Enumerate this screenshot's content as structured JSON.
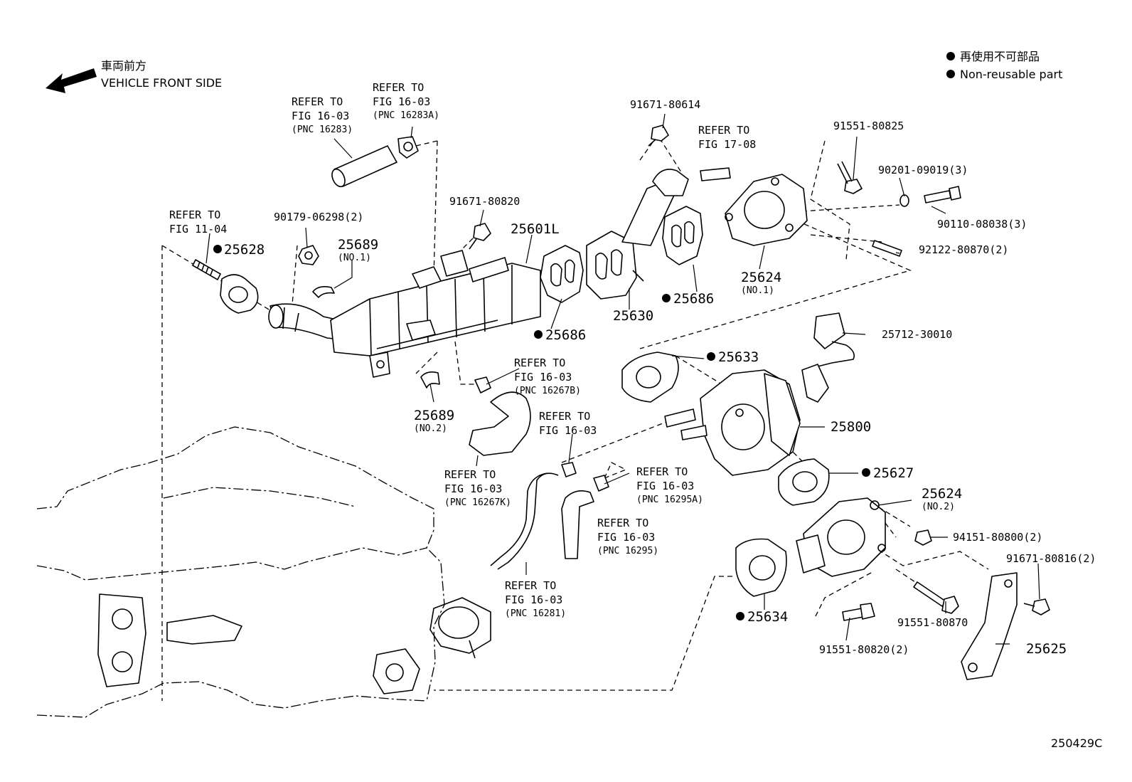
{
  "direction": {
    "jp": "車両前方",
    "en": "VEHICLE FRONT SIDE"
  },
  "legend": {
    "jp": "再使用不可部品",
    "en": "Non-reusable part"
  },
  "diagram_code": "250429C",
  "refs": {
    "r1": {
      "line1": "REFER TO",
      "line2": "FIG 16-03",
      "line3": "(PNC 16283)"
    },
    "r2": {
      "line1": "REFER TO",
      "line2": "FIG 16-03",
      "line3": "(PNC 16283A)"
    },
    "r3": {
      "line1": "REFER TO",
      "line2": "FIG 11-04"
    },
    "r4": {
      "line1": "REFER TO",
      "line2": "FIG 17-08"
    },
    "r5": {
      "line1": "REFER TO",
      "line2": "FIG 16-03",
      "line3": "(PNC 16267B)"
    },
    "r6": {
      "line1": "REFER TO",
      "line2": "FIG 16-03"
    },
    "r7": {
      "line1": "REFER TO",
      "line2": "FIG 16-03",
      "line3": "(PNC 16267K)"
    },
    "r8": {
      "line1": "REFER TO",
      "line2": "FIG 16-03",
      "line3": "(PNC 16295A)"
    },
    "r9": {
      "line1": "REFER TO",
      "line2": "FIG 16-03",
      "line3": "(PNC 16295)"
    },
    "r10": {
      "line1": "REFER TO",
      "line2": "FIG 16-03",
      "line3": "(PNC 16281)"
    }
  },
  "parts": {
    "p91671_80614": "91671-80614",
    "p91551_80825": "91551-80825",
    "p90201_09019": "90201-09019(3)",
    "p90110_08038": "90110-08038(3)",
    "p92122_80870": "92122-80870(2)",
    "p91671_80820": "91671-80820",
    "p25601L": "25601L",
    "p90179_06298": "90179-06298(2)",
    "p25628": "25628",
    "p25689": "25689",
    "p25689_no1": "(NO.1)",
    "p25689b": "25689",
    "p25689_no2": "(NO.2)",
    "p25686a": "25686",
    "p25686b": "25686",
    "p25630": "25630",
    "p25624a": "25624",
    "p25624a_no": "(NO.1)",
    "p25712_30010": "25712-30010",
    "p25633": "25633",
    "p25800": "25800",
    "p25627": "25627",
    "p25624b": "25624",
    "p25624b_no": "(NO.2)",
    "p94151_80800": "94151-80800(2)",
    "p91671_80816": "91671-80816(2)",
    "p25634": "25634",
    "p91551_80870": "91551-80870",
    "p91551_80820": "91551-80820(2)",
    "p25625": "25625"
  }
}
